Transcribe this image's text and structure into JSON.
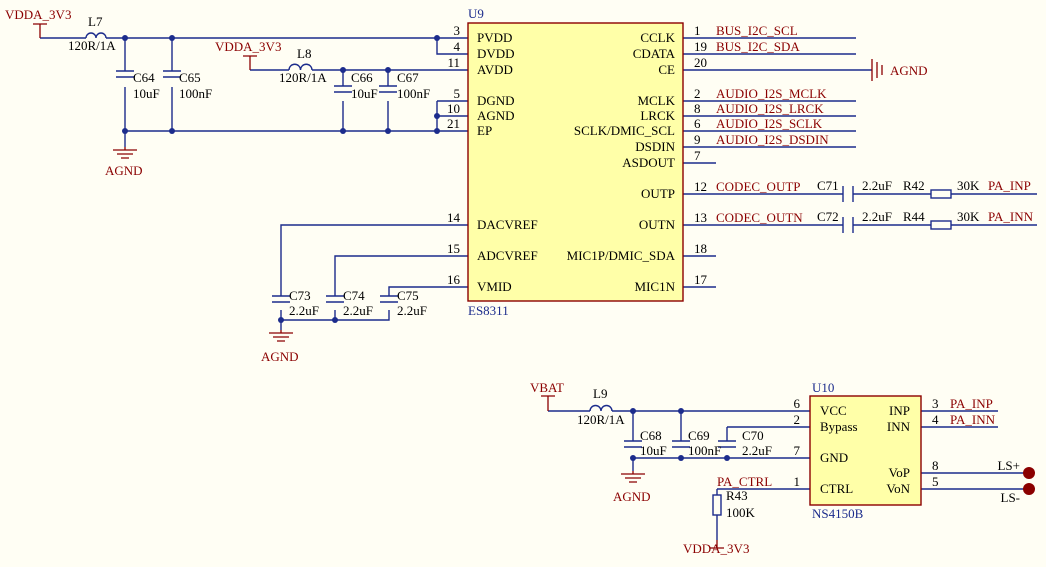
{
  "u9": {
    "ref": "U9",
    "part": "ES8311",
    "left_pins": [
      {
        "num": "3",
        "name": "PVDD"
      },
      {
        "num": "4",
        "name": "DVDD"
      },
      {
        "num": "11",
        "name": "AVDD"
      },
      {
        "num": "5",
        "name": "DGND"
      },
      {
        "num": "10",
        "name": "AGND"
      },
      {
        "num": "21",
        "name": "EP"
      },
      {
        "num": "14",
        "name": "DACVREF"
      },
      {
        "num": "15",
        "name": "ADCVREF"
      },
      {
        "num": "16",
        "name": "VMID"
      }
    ],
    "right_pins": [
      {
        "num": "1",
        "name": "CCLK",
        "net": "BUS_I2C_SCL"
      },
      {
        "num": "19",
        "name": "CDATA",
        "net": "BUS_I2C_SDA"
      },
      {
        "num": "20",
        "name": "CE",
        "net": ""
      },
      {
        "num": "2",
        "name": "MCLK",
        "net": "AUDIO_I2S_MCLK"
      },
      {
        "num": "8",
        "name": "LRCK",
        "net": "AUDIO_I2S_LRCK"
      },
      {
        "num": "6",
        "name": "SCLK/DMIC_SCL",
        "net": "AUDIO_I2S_SCLK"
      },
      {
        "num": "9",
        "name": "DSDIN",
        "net": "AUDIO_I2S_DSDIN"
      },
      {
        "num": "7",
        "name": "ASDOUT",
        "net": ""
      },
      {
        "num": "12",
        "name": "OUTP",
        "net": "CODEC_OUTP"
      },
      {
        "num": "13",
        "name": "OUTN",
        "net": "CODEC_OUTN"
      },
      {
        "num": "18",
        "name": "MIC1P/DMIC_SDA",
        "net": ""
      },
      {
        "num": "17",
        "name": "MIC1N",
        "net": ""
      }
    ]
  },
  "u10": {
    "ref": "U10",
    "part": "NS4150B",
    "left_pins": [
      {
        "num": "6",
        "name": "VCC"
      },
      {
        "num": "2",
        "name": "Bypass"
      },
      {
        "num": "7",
        "name": "GND"
      },
      {
        "num": "1",
        "name": "CTRL"
      }
    ],
    "right_pins": [
      {
        "num": "3",
        "name": "INP",
        "net": "PA_INP"
      },
      {
        "num": "4",
        "name": "INN",
        "net": "PA_INN"
      },
      {
        "num": "8",
        "name": "VoP",
        "net": "LS+"
      },
      {
        "num": "5",
        "name": "VoN",
        "net": "LS-"
      }
    ]
  },
  "power": {
    "vdda_3v3": "VDDA_3V3",
    "vbat": "VBAT",
    "agnd": "AGND",
    "pa_ctrl": "PA_CTRL"
  },
  "inductors": [
    {
      "ref": "L7",
      "value": "120R/1A"
    },
    {
      "ref": "L8",
      "value": "120R/1A"
    },
    {
      "ref": "L9",
      "value": "120R/1A"
    }
  ],
  "capacitors": [
    {
      "ref": "C64",
      "value": "10uF"
    },
    {
      "ref": "C65",
      "value": "100nF"
    },
    {
      "ref": "C66",
      "value": "10uF"
    },
    {
      "ref": "C67",
      "value": "100nF"
    },
    {
      "ref": "C73",
      "value": "2.2uF"
    },
    {
      "ref": "C74",
      "value": "2.2uF"
    },
    {
      "ref": "C75",
      "value": "2.2uF"
    },
    {
      "ref": "C71",
      "value": "2.2uF"
    },
    {
      "ref": "C72",
      "value": "2.2uF"
    },
    {
      "ref": "C68",
      "value": "10uF"
    },
    {
      "ref": "C69",
      "value": "100nF"
    },
    {
      "ref": "C70",
      "value": "2.2uF"
    }
  ],
  "resistors": [
    {
      "ref": "R42",
      "value": "30K",
      "net": "PA_INP"
    },
    {
      "ref": "R44",
      "value": "30K",
      "net": "PA_INN"
    },
    {
      "ref": "R43",
      "value": "100K"
    }
  ]
}
